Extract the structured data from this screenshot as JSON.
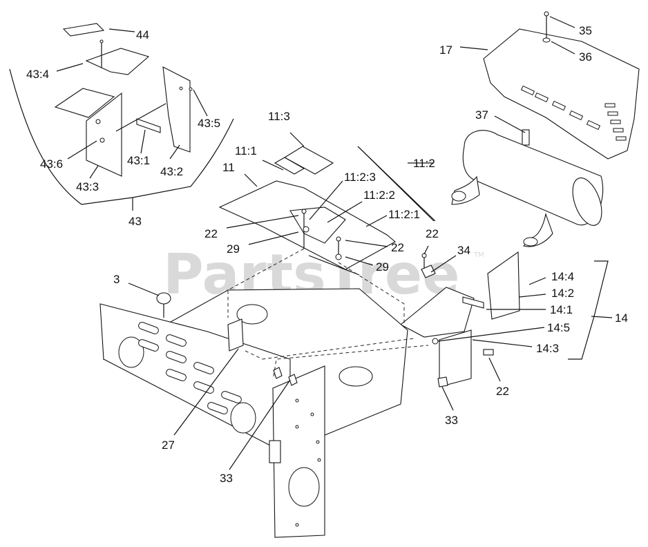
{
  "watermark": {
    "text": "PartsTree",
    "trademark": "TM"
  },
  "callouts": [
    {
      "id": "c44",
      "text": "44"
    },
    {
      "id": "c43-4",
      "text": "43:4"
    },
    {
      "id": "c43-5",
      "text": "43:5"
    },
    {
      "id": "c43-6",
      "text": "43:6"
    },
    {
      "id": "c43-1",
      "text": "43:1"
    },
    {
      "id": "c43-2",
      "text": "43:2"
    },
    {
      "id": "c43-3",
      "text": "43:3"
    },
    {
      "id": "c43",
      "text": "43"
    },
    {
      "id": "c11-3",
      "text": "11:3"
    },
    {
      "id": "c11-1",
      "text": "11:1"
    },
    {
      "id": "c11",
      "text": "11"
    },
    {
      "id": "c11-2-3",
      "text": "11:2:3"
    },
    {
      "id": "c11-2-2",
      "text": "11:2:2"
    },
    {
      "id": "c11-2",
      "text": "11:2"
    },
    {
      "id": "c11-2-1",
      "text": "11:2:1"
    },
    {
      "id": "c22a",
      "text": "22"
    },
    {
      "id": "c29a",
      "text": "29"
    },
    {
      "id": "c22b",
      "text": "22"
    },
    {
      "id": "c29b",
      "text": "29"
    },
    {
      "id": "c22c",
      "text": "22"
    },
    {
      "id": "c34",
      "text": "34"
    },
    {
      "id": "c3",
      "text": "3"
    },
    {
      "id": "c27",
      "text": "27"
    },
    {
      "id": "c33a",
      "text": "33"
    },
    {
      "id": "c17",
      "text": "17"
    },
    {
      "id": "c35",
      "text": "35"
    },
    {
      "id": "c36",
      "text": "36"
    },
    {
      "id": "c37",
      "text": "37"
    },
    {
      "id": "c14-4",
      "text": "14:4"
    },
    {
      "id": "c14-2",
      "text": "14:2"
    },
    {
      "id": "c14-1",
      "text": "14:1"
    },
    {
      "id": "c14",
      "text": "14"
    },
    {
      "id": "c14-5",
      "text": "14:5"
    },
    {
      "id": "c14-3",
      "text": "14:3"
    },
    {
      "id": "c22d",
      "text": "22"
    },
    {
      "id": "c33b",
      "text": "33"
    }
  ]
}
